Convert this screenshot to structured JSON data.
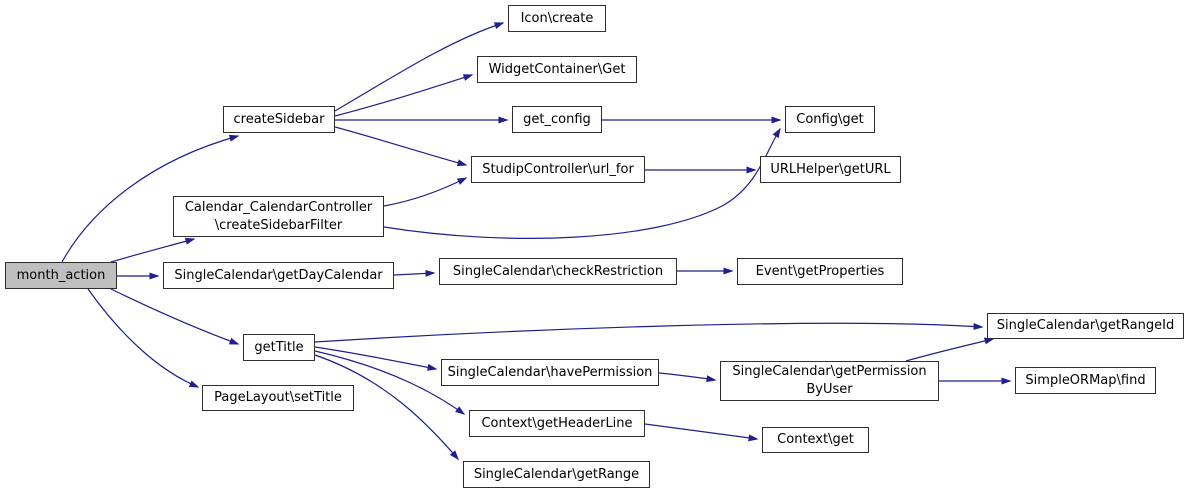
{
  "diagram": {
    "type": "doxygen-call-graph",
    "root": "month_action"
  },
  "colors": {
    "edge": "#1f1f8f",
    "node_border": "#2e2e2e",
    "node_fill": "#ffffff",
    "highlight_fill": "#bfbfbf",
    "text": "#000000",
    "background": "#ffffff"
  },
  "nodes": [
    {
      "id": "monthAction",
      "lines": [
        "month_action"
      ],
      "highlighted": true
    },
    {
      "id": "createSidebar",
      "lines": [
        "createSidebar"
      ]
    },
    {
      "id": "createSidebarFilter",
      "lines": [
        "Calendar_CalendarController",
        "\\createSidebarFilter"
      ]
    },
    {
      "id": "getDayCalendar",
      "lines": [
        "SingleCalendar\\getDayCalendar"
      ]
    },
    {
      "id": "getTitle",
      "lines": [
        "getTitle"
      ]
    },
    {
      "id": "setTitle",
      "lines": [
        "PageLayout\\setTitle"
      ]
    },
    {
      "id": "iconCreate",
      "lines": [
        "Icon\\create"
      ]
    },
    {
      "id": "widgetContainerGet",
      "lines": [
        "WidgetContainer\\Get"
      ]
    },
    {
      "id": "getConfig",
      "lines": [
        "get_config"
      ]
    },
    {
      "id": "urlFor",
      "lines": [
        "StudipController\\url_for"
      ]
    },
    {
      "id": "configGet",
      "lines": [
        "Config\\get"
      ]
    },
    {
      "id": "urlHelperGetUrl",
      "lines": [
        "URLHelper\\getURL"
      ]
    },
    {
      "id": "checkRestriction",
      "lines": [
        "SingleCalendar\\checkRestriction"
      ]
    },
    {
      "id": "eventGetProperties",
      "lines": [
        "Event\\getProperties"
      ]
    },
    {
      "id": "havePermission",
      "lines": [
        "SingleCalendar\\havePermission"
      ]
    },
    {
      "id": "getPermissionByUser",
      "lines": [
        "SingleCalendar\\getPermission",
        "ByUser"
      ]
    },
    {
      "id": "simpleOrMapFind",
      "lines": [
        "SimpleORMap\\find"
      ]
    },
    {
      "id": "getRangeId",
      "lines": [
        "SingleCalendar\\getRangeId"
      ]
    },
    {
      "id": "getHeaderLine",
      "lines": [
        "Context\\getHeaderLine"
      ]
    },
    {
      "id": "contextGet",
      "lines": [
        "Context\\get"
      ]
    },
    {
      "id": "getRange",
      "lines": [
        "SingleCalendar\\getRange"
      ]
    }
  ],
  "edges": [
    {
      "from": "monthAction",
      "to": "createSidebar"
    },
    {
      "from": "monthAction",
      "to": "createSidebarFilter"
    },
    {
      "from": "monthAction",
      "to": "getDayCalendar"
    },
    {
      "from": "monthAction",
      "to": "getTitle"
    },
    {
      "from": "monthAction",
      "to": "setTitle"
    },
    {
      "from": "createSidebar",
      "to": "iconCreate"
    },
    {
      "from": "createSidebar",
      "to": "widgetContainerGet"
    },
    {
      "from": "createSidebar",
      "to": "getConfig"
    },
    {
      "from": "createSidebar",
      "to": "urlFor"
    },
    {
      "from": "getConfig",
      "to": "configGet"
    },
    {
      "from": "urlFor",
      "to": "urlHelperGetUrl"
    },
    {
      "from": "createSidebarFilter",
      "to": "urlFor"
    },
    {
      "from": "createSidebarFilter",
      "to": "configGet"
    },
    {
      "from": "getDayCalendar",
      "to": "checkRestriction"
    },
    {
      "from": "checkRestriction",
      "to": "eventGetProperties"
    },
    {
      "from": "getTitle",
      "to": "getRangeId"
    },
    {
      "from": "getTitle",
      "to": "havePermission"
    },
    {
      "from": "getTitle",
      "to": "getHeaderLine"
    },
    {
      "from": "getTitle",
      "to": "getRange"
    },
    {
      "from": "havePermission",
      "to": "getPermissionByUser"
    },
    {
      "from": "getPermissionByUser",
      "to": "getRangeId"
    },
    {
      "from": "getPermissionByUser",
      "to": "simpleOrMapFind"
    },
    {
      "from": "getHeaderLine",
      "to": "contextGet"
    }
  ]
}
